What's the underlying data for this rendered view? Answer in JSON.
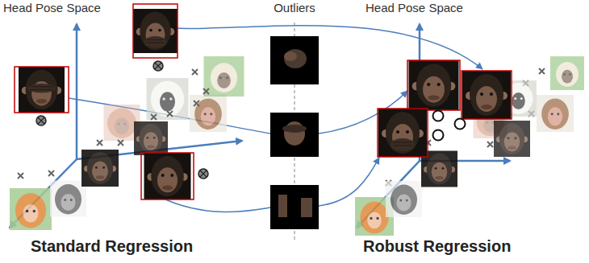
{
  "diagram": {
    "labels": [
      "Head Pose Space",
      "Outliers",
      "Head Pose Space",
      "Standard Regression",
      "Robust Regression"
    ]
  }
}
